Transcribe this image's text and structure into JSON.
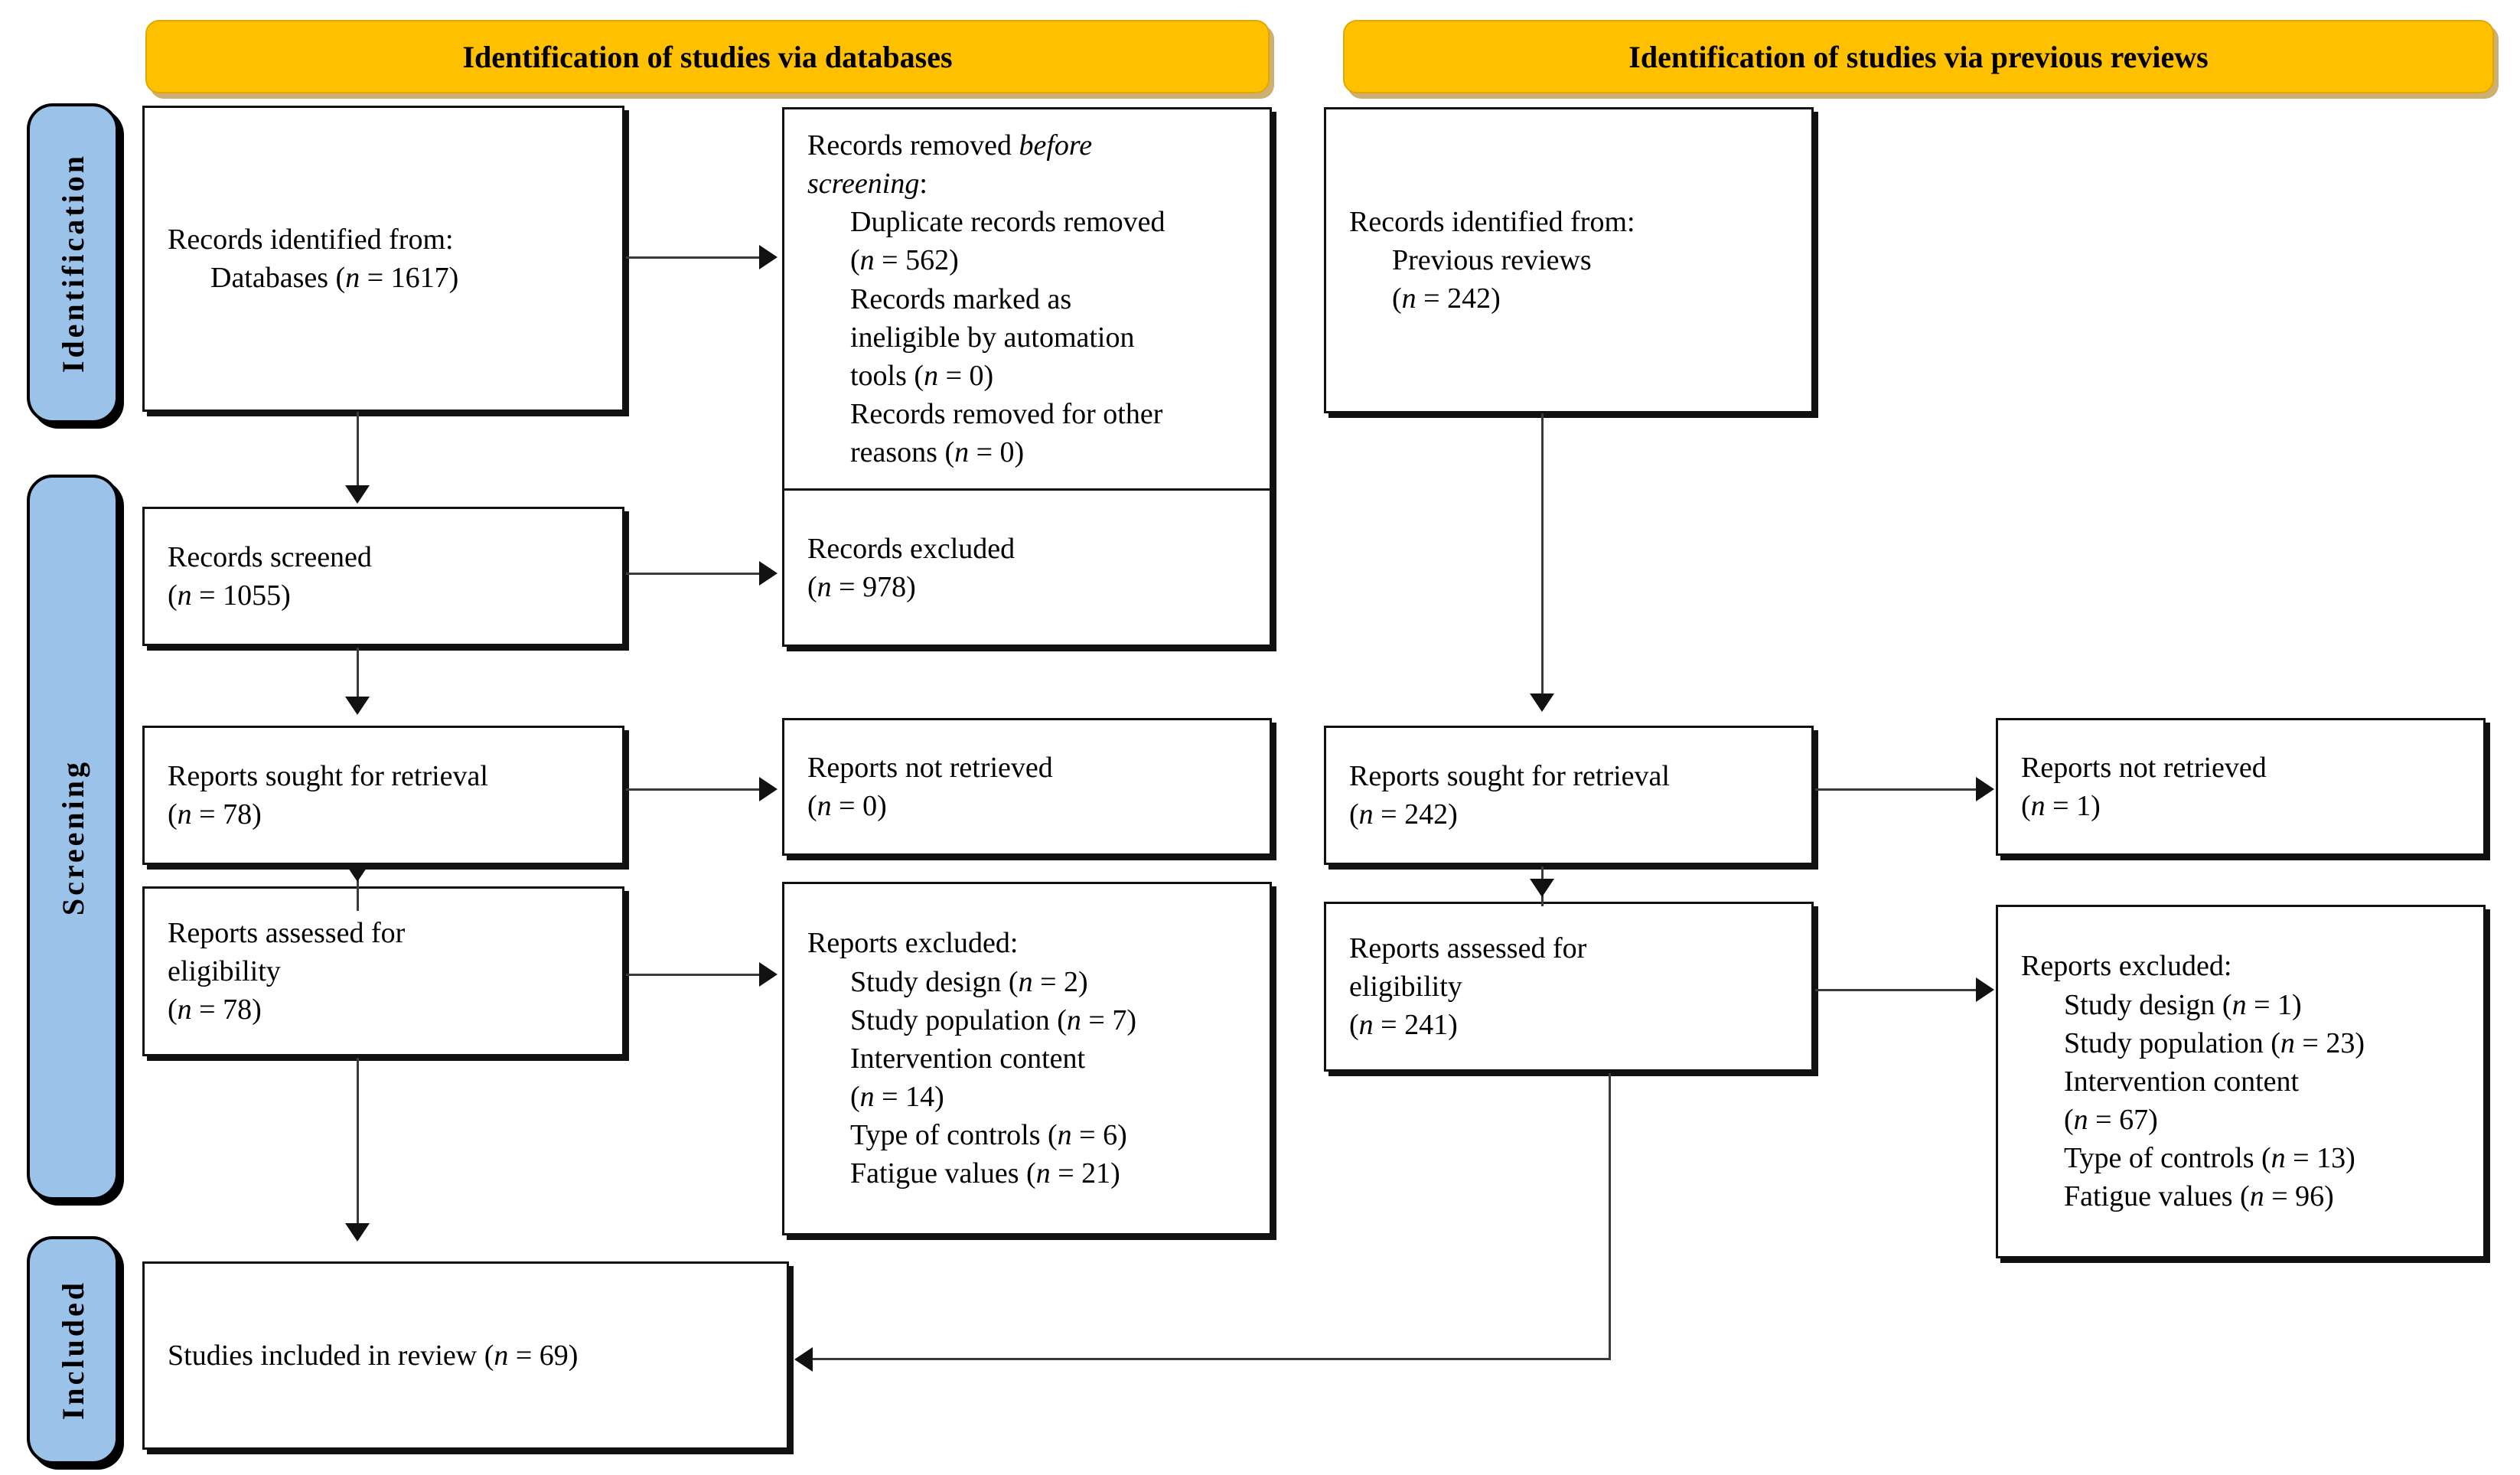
{
  "diagram": {
    "type": "prisma-flow-diagram",
    "accent_orange": "#FFC000",
    "accent_blue": "#9BC2E8"
  },
  "phases": [
    {
      "id": "identification",
      "label": "Identification"
    },
    {
      "id": "screening",
      "label": "Screening"
    },
    {
      "id": "included",
      "label": "Included"
    }
  ],
  "banners": {
    "databases": "Identification of studies via databases",
    "previous_reviews": "Identification of studies via previous reviews"
  },
  "databases_column": {
    "identified": {
      "line1": "Records identified from:",
      "line2": "Databases (n = 1617)"
    },
    "removed_before_screening": {
      "heading_a": "Records removed ",
      "heading_b": "before",
      "heading_c": "screening",
      "heading_colon": ":",
      "items": [
        "Duplicate records removed",
        "(n = 562)",
        "Records marked as",
        "ineligible by automation",
        "tools (n = 0)",
        "Records removed for other",
        "reasons (n = 0)"
      ]
    },
    "records_excluded": {
      "line1": "Records excluded",
      "line2": "(n = 978)"
    },
    "screened": {
      "line1": "Records screened",
      "line2": "(n = 1055)"
    },
    "sought": {
      "line1": "Reports sought for retrieval",
      "line2": "(n = 78)"
    },
    "not_retrieved": {
      "line1": "Reports not retrieved",
      "line2": "(n = 0)"
    },
    "assessed": {
      "line1": "Reports assessed for",
      "line2": "eligibility",
      "line3": "(n = 78)"
    },
    "reports_excluded": {
      "heading": "Reports excluded:",
      "items": [
        "Study design (n = 2)",
        "Study population (n = 7)",
        "Intervention content",
        "(n = 14)",
        "Type of controls (n = 6)",
        "Fatigue values (n = 21)"
      ]
    }
  },
  "previous_reviews_column": {
    "identified": {
      "line1": "Records identified from:",
      "line2": "Previous reviews",
      "line3": "(n = 242)"
    },
    "sought": {
      "line1": "Reports sought for retrieval",
      "line2": "(n = 242)"
    },
    "not_retrieved": {
      "line1": "Reports not retrieved",
      "line2": "(n = 1)"
    },
    "assessed": {
      "line1": "Reports assessed for",
      "line2": "eligibility",
      "line3": "(n = 241)"
    },
    "reports_excluded": {
      "heading": "Reports excluded:",
      "items": [
        "Study design (n = 1)",
        "Study population (n = 23)",
        "Intervention content",
        "(n = 67)",
        "Type of controls (n = 13)",
        "Fatigue values (n = 96)"
      ]
    }
  },
  "included_box": {
    "line1": "Studies included in review (n = 69)"
  }
}
